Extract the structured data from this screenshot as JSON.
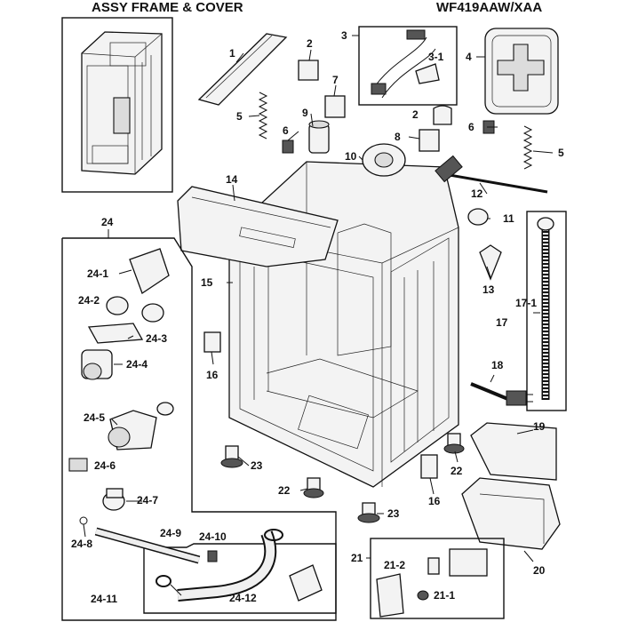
{
  "header": {
    "title": "ASSY FRAME & COVER",
    "model": "WF419AAW/XAA"
  },
  "callouts": {
    "c1": "1",
    "c2a": "2",
    "c2b": "2",
    "c3": "3",
    "c3_1": "3-1",
    "c4": "4",
    "c5a": "5",
    "c5b": "5",
    "c6a": "6",
    "c6b": "6",
    "c7": "7",
    "c8": "8",
    "c9": "9",
    "c10": "10",
    "c11": "11",
    "c12": "12",
    "c13": "13",
    "c14": "14",
    "c15": "15",
    "c16a": "16",
    "c16b": "16",
    "c17": "17",
    "c17_1": "17-1",
    "c18": "18",
    "c19": "19",
    "c20": "20",
    "c21": "21",
    "c21_1": "21-1",
    "c21_2": "21-2",
    "c22a": "22",
    "c22b": "22",
    "c23a": "23",
    "c23b": "23",
    "c24": "24",
    "c24_1": "24-1",
    "c24_2": "24-2",
    "c24_3": "24-3",
    "c24_4": "24-4",
    "c24_5": "24-5",
    "c24_6": "24-6",
    "c24_7": "24-7",
    "c24_8": "24-8",
    "c24_9": "24-9",
    "c24_10": "24-10",
    "c24_11": "24-11",
    "c24_12": "24-12"
  }
}
